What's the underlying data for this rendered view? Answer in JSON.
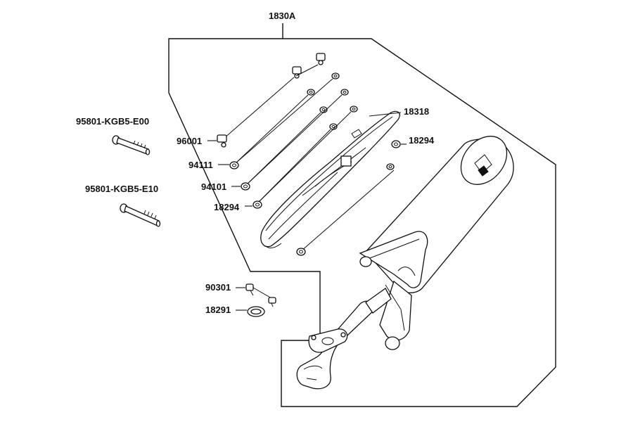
{
  "assembly_label": "1830A",
  "parts": {
    "bolt_e00": "95801-KGB5-E00",
    "bolt_e10": "95801-KGB5-E10",
    "nut_96001": "96001",
    "washer_94111": "94111",
    "washer_94101": "94101",
    "nut_18294_left": "18294",
    "protector_18318": "18318",
    "nut_18294_right": "18294",
    "bolt_90301": "90301",
    "gasket_18291": "18291"
  },
  "colors": {
    "line": "#111111",
    "background": "#ffffff"
  }
}
